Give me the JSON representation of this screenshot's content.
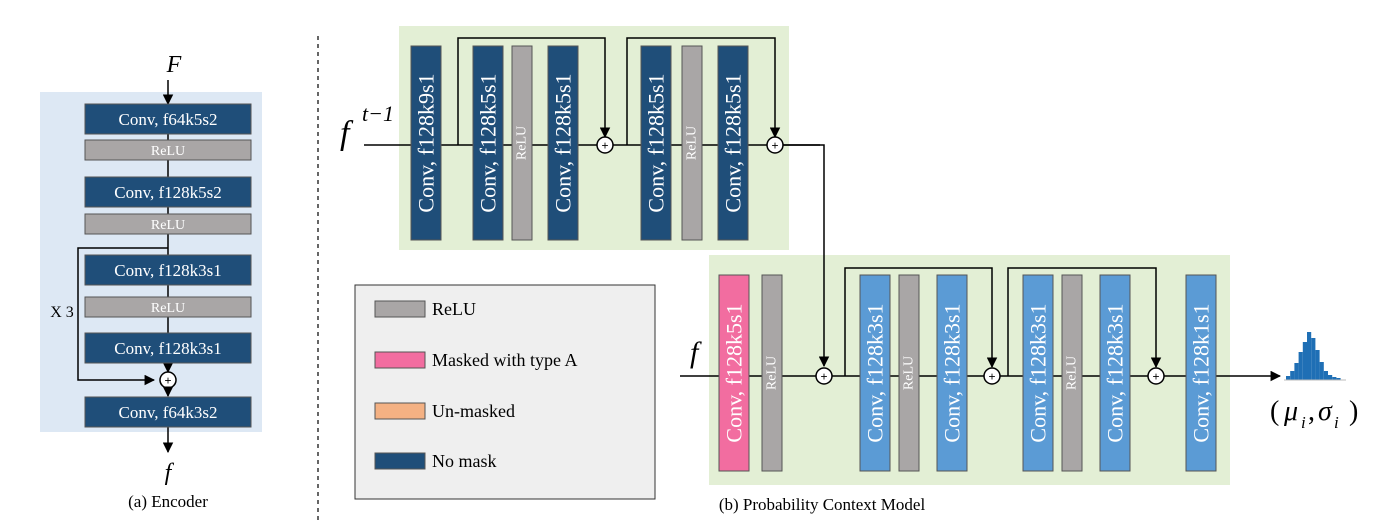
{
  "colors": {
    "encoder_bg": "#dde8f4",
    "block_bg": "#e3efd5",
    "legend_bg": "#efefef",
    "no_mask": "#1f4e79",
    "no_mask_light": "#5b9bd5",
    "relu": "#a9a6a6",
    "masked_a": "#f26da0",
    "unmasked": "#f4b183",
    "hist": "#1f6fb5"
  },
  "encoder": {
    "input_label": "F",
    "output_label": "f",
    "repeat_label": "X 3",
    "caption": "(a) Encoder",
    "layers": [
      {
        "label": "Conv, f64k5s2"
      },
      {
        "label": "ReLU"
      },
      {
        "label": "Conv, f128k5s2"
      },
      {
        "label": "ReLU"
      },
      {
        "label": "Conv, f128k3s1"
      },
      {
        "label": "ReLU"
      },
      {
        "label": "Conv, f128k3s1"
      },
      {
        "label": "Conv, f64k3s2"
      }
    ]
  },
  "context_model": {
    "caption": "(b) Probability Context Model",
    "input_top": "f",
    "input_top_sup": "t−1",
    "input_bottom": "f",
    "output_mu": "μ",
    "output_sigma": "σ",
    "output_sub": "i",
    "top_layers": [
      {
        "label": "Conv, f128k9s1"
      },
      {
        "label": "Conv, f128k5s1"
      },
      {
        "label": "ReLU"
      },
      {
        "label": "Conv, f128k5s1"
      },
      {
        "label": "Conv, f128k5s1"
      },
      {
        "label": "ReLU"
      },
      {
        "label": "Conv, f128k5s1"
      }
    ],
    "bottom_layers": [
      {
        "label": "Conv, f128k5s1"
      },
      {
        "label": "ReLU"
      },
      {
        "label": "Conv, f128k3s1"
      },
      {
        "label": "ReLU"
      },
      {
        "label": "Conv, f128k3s1"
      },
      {
        "label": "Conv, f128k3s1"
      },
      {
        "label": "ReLU"
      },
      {
        "label": "Conv, f128k3s1"
      },
      {
        "label": "Conv, f128k1s1"
      }
    ],
    "plus_symbol": "+"
  },
  "legend": {
    "items": [
      {
        "label": "ReLU",
        "color_key": "relu"
      },
      {
        "label": "Masked with type A",
        "color_key": "masked_a"
      },
      {
        "label": "Un-masked",
        "color_key": "unmasked"
      },
      {
        "label": "No mask",
        "color_key": "no_mask"
      }
    ]
  }
}
